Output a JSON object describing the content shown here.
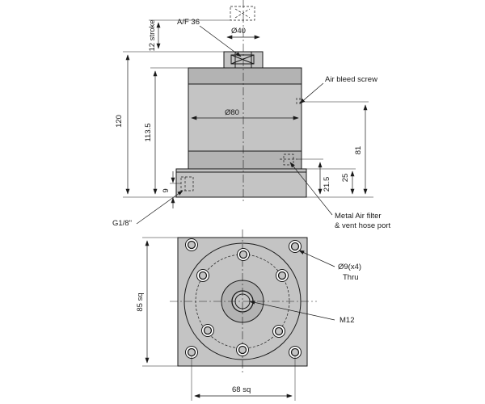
{
  "labels": {
    "af": "A/F 36",
    "stroke": "12 stroke",
    "dia40": "Ø40",
    "bleed": "Air bleed screw",
    "h120": "120",
    "h113": "113.5",
    "dia80": "Ø80",
    "h81": "81",
    "h25": "25",
    "h21": "21.5",
    "h9": "9",
    "g18": "G1/8\"",
    "filter1": "Metal Air filter",
    "filter2": "& vent hose port",
    "sq85": "85 sq",
    "sq68": "68 sq",
    "dia9": "Ø9(x4)",
    "thru": "Thru",
    "m12": "M12"
  },
  "colors": {
    "body": "#c4c4c4",
    "line": "#1a1a1a",
    "background": "#ffffff"
  }
}
